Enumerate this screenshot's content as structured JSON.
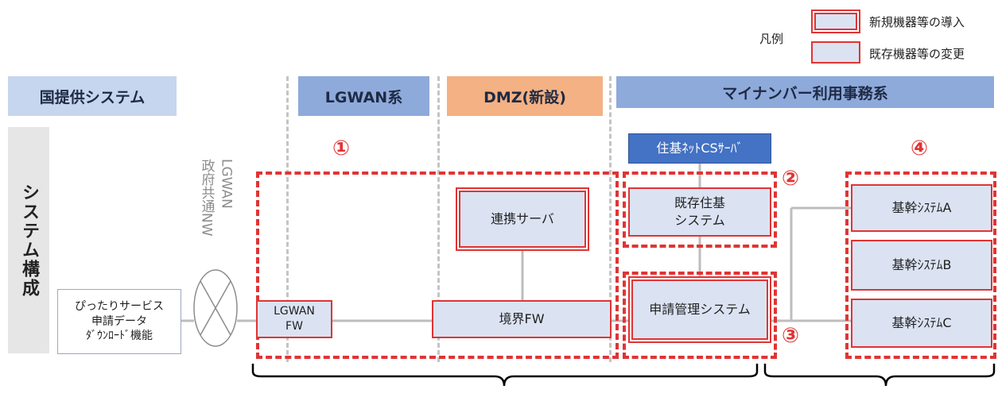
{
  "legend": {
    "title": "凡例",
    "new_label": "新規機器等の導入",
    "change_label": "既存機器等の変更"
  },
  "headers": {
    "national": "国提供システム",
    "lgwan": "LGWAN系",
    "dmz": "DMZ(新設)",
    "mynumber": "マイナンバー利用事務系"
  },
  "side": {
    "system_config": "システム構成",
    "network_label_line1": "LGWAN",
    "network_label_line2": "政府共通NW"
  },
  "nodes": {
    "pittari": "ぴったりサービス\n申請データ\nﾀﾞｳﾝﾛｰﾄﾞ機能",
    "lgwan_fw": "LGWAN\nFW",
    "renkei": "連携サーバ",
    "kyokai_fw": "境界FW",
    "juki_cs": "住基ﾈｯﾄCSｻｰﾊﾞ",
    "kison_juki": "既存住基\nシステム",
    "shinsei": "申請管理システム",
    "kikan_a": "基幹ｼｽﾃﾑA",
    "kikan_b": "基幹ｼｽﾃﾑB",
    "kikan_c": "基幹ｼｽﾃﾑC"
  },
  "numbers": {
    "n1": "①",
    "n2": "②",
    "n3": "③",
    "n4": "④"
  },
  "colors": {
    "red": "#e03434",
    "box_fill": "#dbe3f3",
    "header_lightblue": "#c6d6ee",
    "header_blue": "#8eaadb",
    "header_orange": "#f4b183",
    "cs_blue": "#4472c4"
  }
}
